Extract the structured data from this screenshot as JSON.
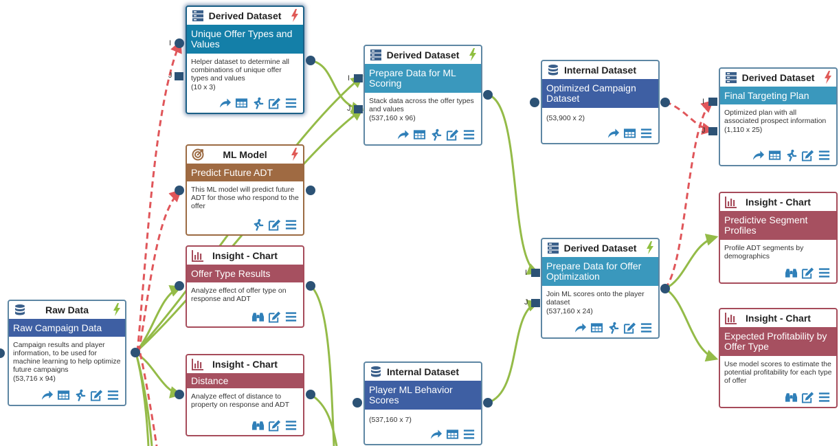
{
  "colors": {
    "dataset_border": "#5d86a3",
    "chart_border": "#a64b5a",
    "ml_border": "#9b6a42",
    "band_blue": "#3e5fa3",
    "band_teal": "#3a98bd",
    "band_chart": "#a65060",
    "band_ml": "#9f6a42",
    "flow_edge": "#94bb48",
    "ref_edge": "#e0565a",
    "port": "#2c5275",
    "bolt_green": "#8fbf3f",
    "bolt_red": "#e05a57",
    "tool_icon": "#2f7fb8"
  },
  "port_labels": {
    "l1": "I",
    "j1": "J",
    "i2": "I",
    "j2": "J",
    "i3": "I",
    "j3": "J",
    "i4": "I",
    "j4": "J"
  },
  "nodes": {
    "raw": {
      "type_label": "Raw Data",
      "title": "Raw Campaign Data",
      "desc": "Campaign results and player information, to be used for machine learning to help optimize future campaigns",
      "dims": "(53,716 x 94)"
    },
    "unique": {
      "type_label": "Derived Dataset",
      "title": "Unique Offer Types and Values",
      "desc": "Helper dataset to determine all combinations of unique offer types and values",
      "dims": "(10 x 3)"
    },
    "mlmodel": {
      "type_label": "ML Model",
      "title": "Predict Future ADT",
      "desc": "This ML model will predict future ADT for those who respond to the offer"
    },
    "offerres": {
      "type_label": "Insight - Chart",
      "title": "Offer Type Results",
      "desc": "Analyze effect of offer type on response and ADT"
    },
    "distance": {
      "type_label": "Insight - Chart",
      "title": "Distance",
      "desc": "Analyze effect of distance to property on response and ADT"
    },
    "prepml": {
      "type_label": "Derived Dataset",
      "title": "Prepare Data for ML Scoring",
      "desc": "Stack data across the offer types and values",
      "dims": "(537,160 x 96)"
    },
    "playerml": {
      "type_label": "Internal Dataset",
      "title": "Player ML Behavior Scores",
      "dims": "(537,160 x 7)"
    },
    "optcamp": {
      "type_label": "Internal Dataset",
      "title": "Optimized Campaign Dataset",
      "dims": "(53,900 x 2)"
    },
    "prepopt": {
      "type_label": "Derived Dataset",
      "title": "Prepare Data for Offer Optimization",
      "desc": "Join ML scores onto the player dataset",
      "dims": "(537,160 x 24)"
    },
    "final": {
      "type_label": "Derived Dataset",
      "title": "Final Targeting Plan",
      "desc": "Optimized plan with all associated prospect information",
      "dims": "(1,110 x 25)"
    },
    "predseg": {
      "type_label": "Insight - Chart",
      "title": "Predictive Segment Profiles",
      "desc": "Profile ADT segments by demographics"
    },
    "expprof": {
      "type_label": "Insight - Chart",
      "title": "Expected Profitability by Offer Type",
      "desc": "Use model scores to estimate the potential profitability for each type of offer"
    }
  }
}
